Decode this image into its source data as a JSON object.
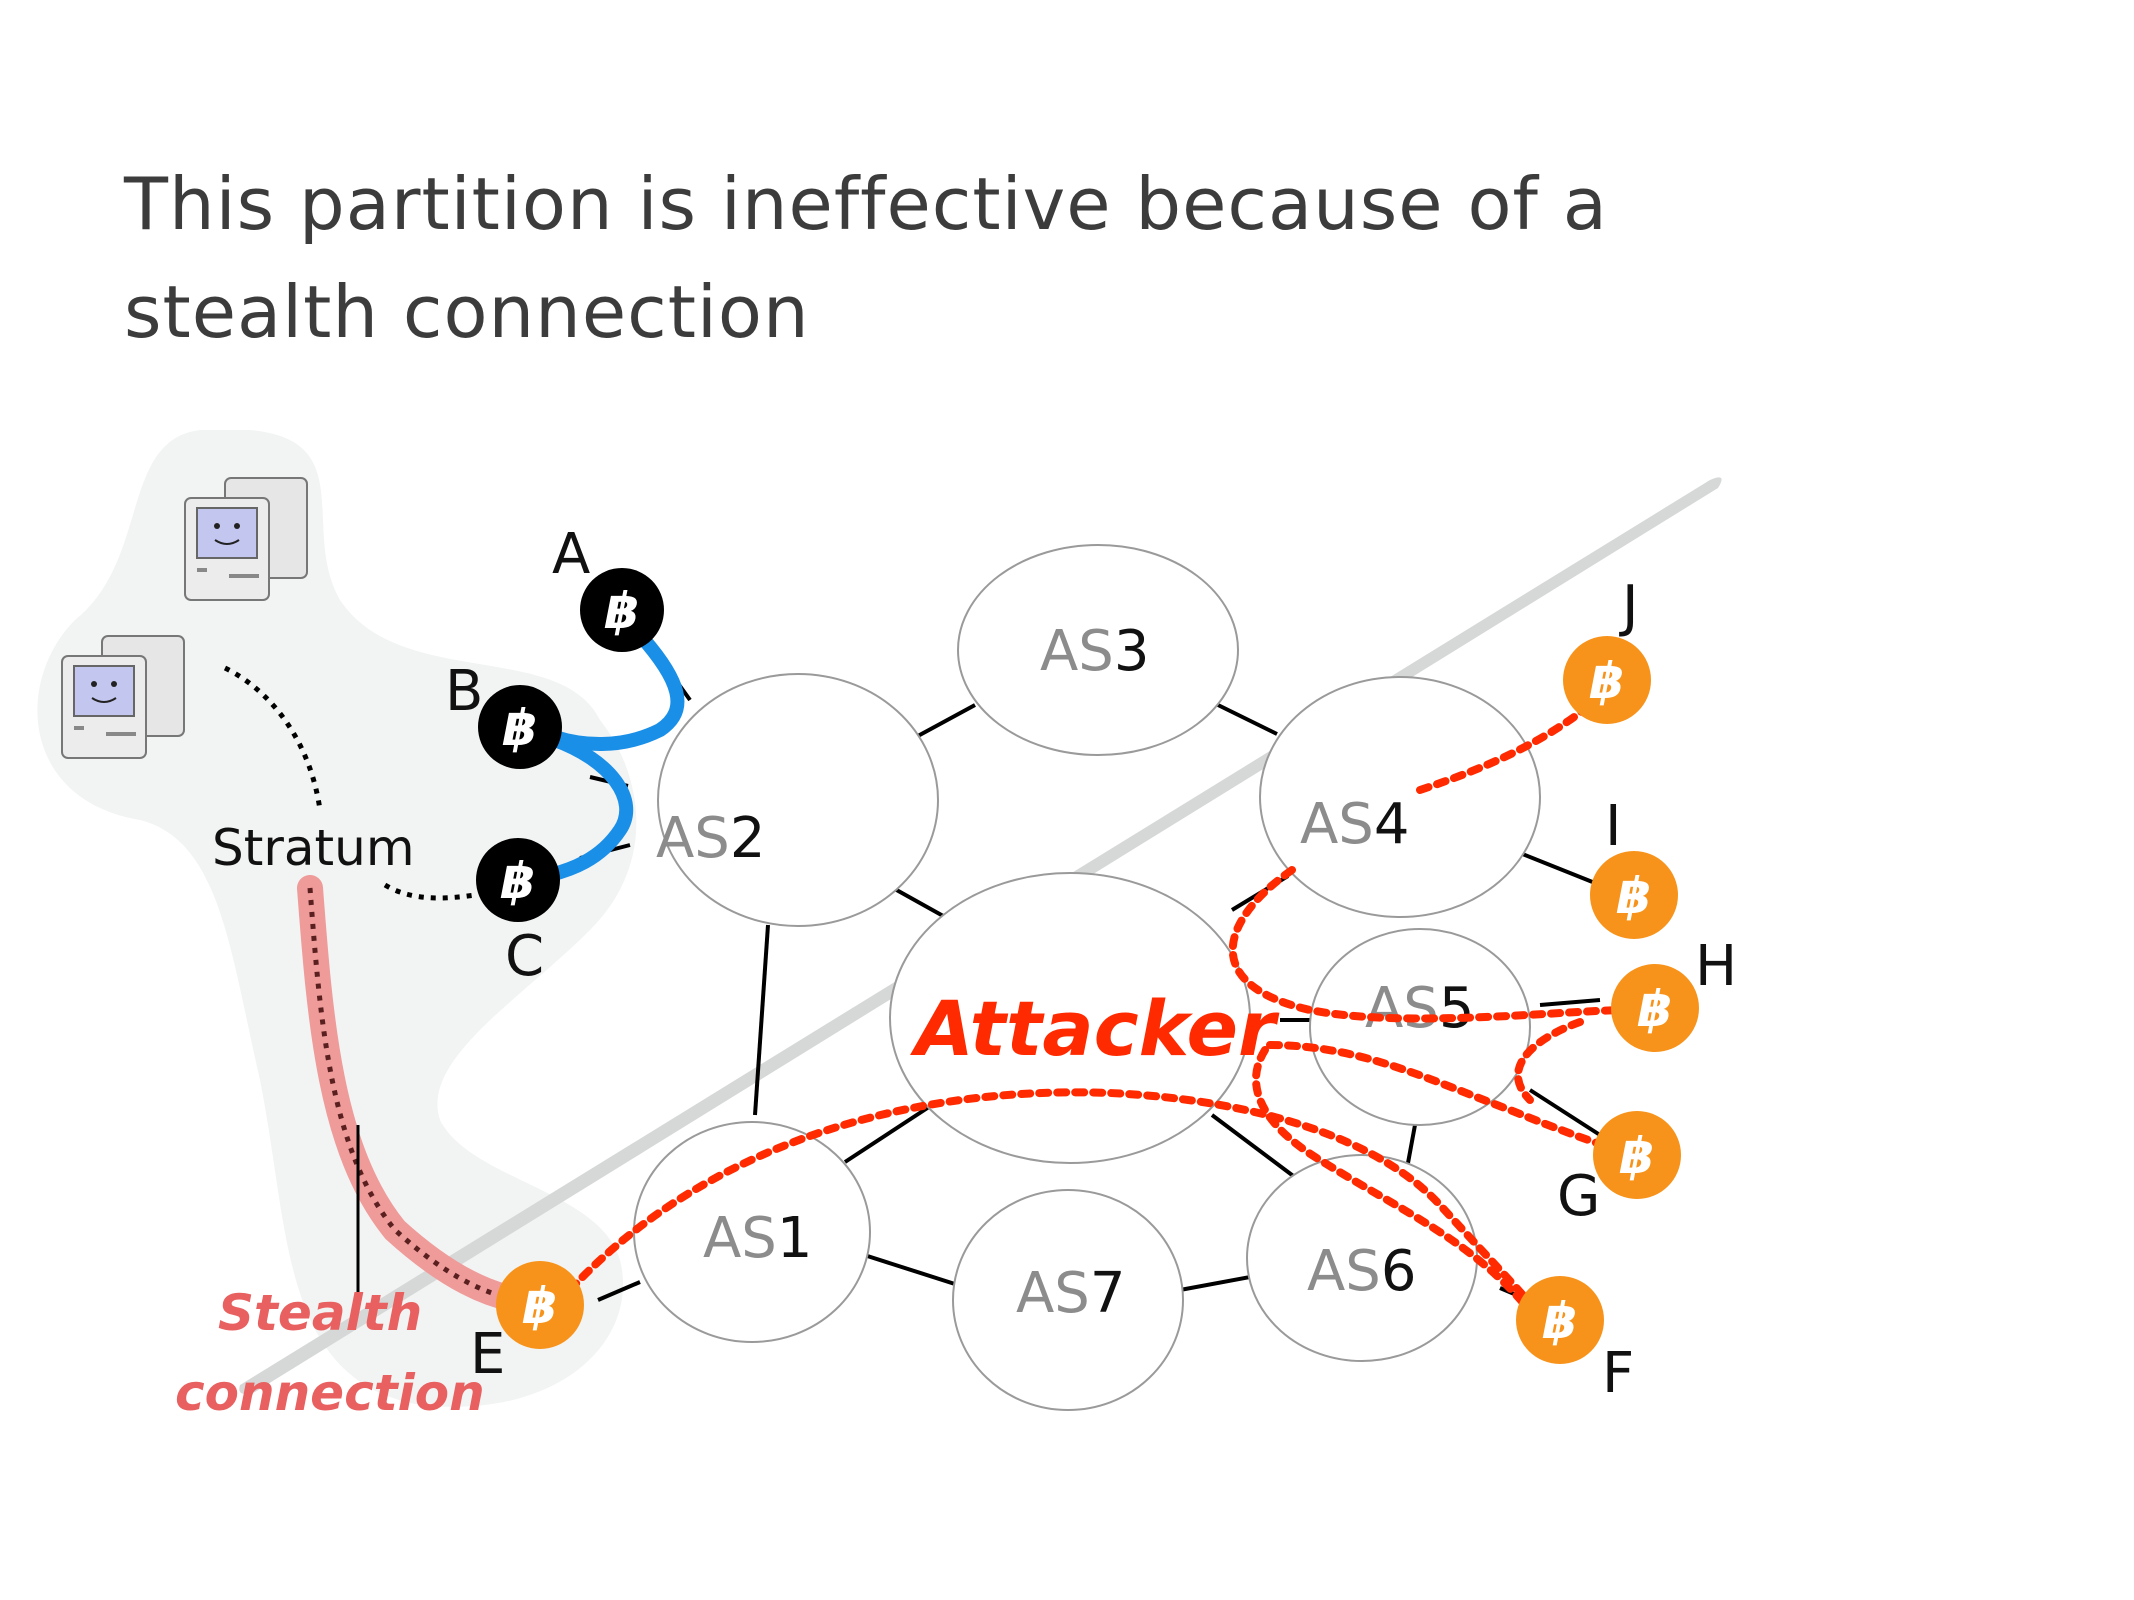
{
  "title": "This partition is ineffective because of a stealth connection",
  "labels": {
    "stratum": "Stratum",
    "attacker": "Attacker",
    "stealth_line1": "Stealth",
    "stealth_line2": "connection"
  },
  "as_prefix": "AS",
  "autonomous_systems": [
    {
      "id": "AS1",
      "num": "1"
    },
    {
      "id": "AS2",
      "num": "2"
    },
    {
      "id": "AS3",
      "num": "3"
    },
    {
      "id": "AS4",
      "num": "4"
    },
    {
      "id": "AS5",
      "num": "5"
    },
    {
      "id": "AS6",
      "num": "6"
    },
    {
      "id": "AS7",
      "num": "7"
    }
  ],
  "nodes": [
    {
      "label": "A",
      "color": "black"
    },
    {
      "label": "B",
      "color": "black"
    },
    {
      "label": "C",
      "color": "black"
    },
    {
      "label": "E",
      "color": "orange"
    },
    {
      "label": "F",
      "color": "orange"
    },
    {
      "label": "G",
      "color": "orange"
    },
    {
      "label": "H",
      "color": "orange"
    },
    {
      "label": "I",
      "color": "orange"
    },
    {
      "label": "J",
      "color": "orange"
    }
  ],
  "btc_symbol": "฿",
  "colors": {
    "attack_path": "#ff2a00",
    "honest_link": "#1a8fe8",
    "stealth_link": "#e8605f",
    "bitcoin_orange": "#f7931a",
    "bitcoin_black": "#000000",
    "partition_line": "#cccccc"
  }
}
